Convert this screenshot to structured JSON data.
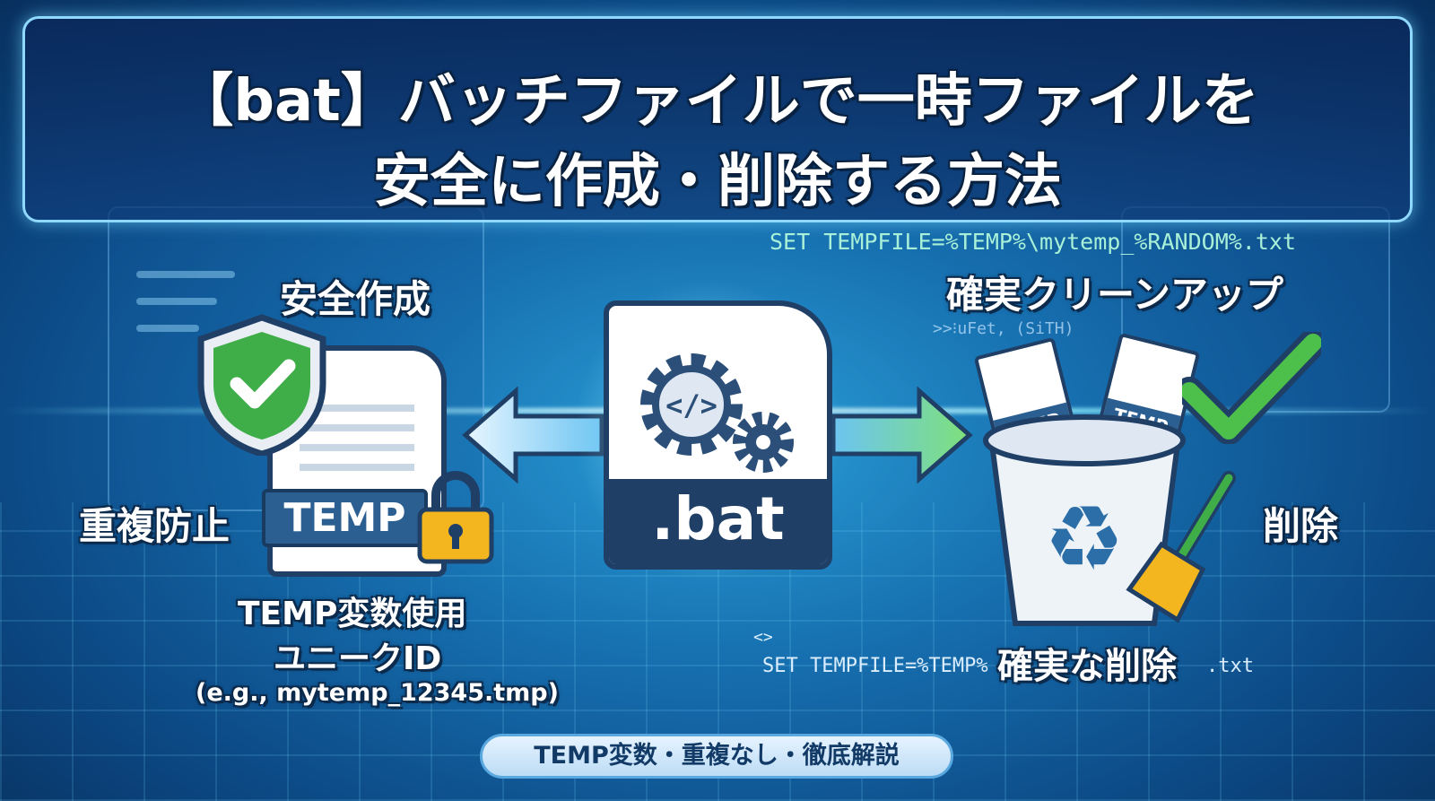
{
  "title": {
    "line1": "【bat】バッチファイルで一時ファイルを",
    "line2": "安全に作成・削除する方法"
  },
  "code_top": "SET TEMPFILE=%TEMP%\\mytemp_%RANDOM%.txt",
  "code_faint": ">>⁝uFet, (SiTH)",
  "code_bottom_left": "SET TEMPFILE=%TEMP%",
  "code_bottom_right": ".txt",
  "code_bracket": "<>",
  "left": {
    "heading": "安全作成",
    "side_label": "重複防止",
    "temp_tag": "TEMP",
    "line1": "TEMP変数使用",
    "line2": "ユニークID",
    "example": "(e.g., mytemp_12345.tmp)"
  },
  "center": {
    "file_label": ".bat",
    "code_glyph": "</>"
  },
  "right": {
    "heading": "確実クリーンアップ",
    "side_label": "削除",
    "bottom_label": "確実な削除",
    "paper1": "TEMP",
    "paper2": "TEMP",
    "recycle": "♻"
  },
  "footer": "TEMP変数・重複なし・徹底解説",
  "colors": {
    "accent": "#8fd8ff",
    "green": "#3fae49",
    "navy": "#1f3f66",
    "lock": "#f3b61f"
  }
}
